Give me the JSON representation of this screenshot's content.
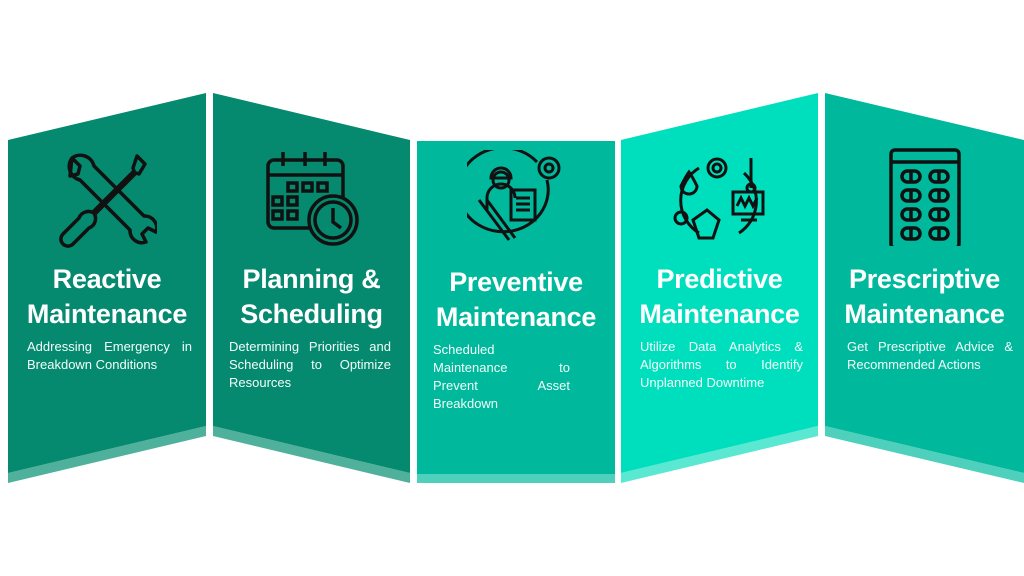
{
  "colors": {
    "dark_teal": "#05896f",
    "dark_teal_strip": "#4fb09c",
    "mid_teal": "#00b89b",
    "mid_teal_strip": "#4fd0bc",
    "bright_teal": "#00dfbd",
    "bright_teal_strip": "#5ae8d2"
  },
  "panels": [
    {
      "icon": "wrench-screwdriver-icon",
      "title_line1": "Reactive",
      "title_line2": "Maintenance",
      "description": "Addressing Emergency in Breakdown Conditions"
    },
    {
      "icon": "calendar-clock-icon",
      "title_line1": "Planning &",
      "title_line2": "Scheduling",
      "description": "Determining Priorities and Scheduling to Optimize Resources"
    },
    {
      "icon": "engineer-clipboard-icon",
      "title_line1": "Preventive",
      "title_line2": "Maintenance",
      "description": "Scheduled Maintenance to Prevent Asset Breakdown"
    },
    {
      "icon": "data-analytics-cycle-icon",
      "title_line1": "Predictive",
      "title_line2": "Maintenance",
      "description": "Utilize Data Analytics & Algorithms to Identify Unplanned Downtime"
    },
    {
      "icon": "pill-pack-icon",
      "title_line1": "Prescriptive",
      "title_line2": "Maintenance",
      "description": "Get Prescriptive Advice & Recommended Actions"
    }
  ]
}
